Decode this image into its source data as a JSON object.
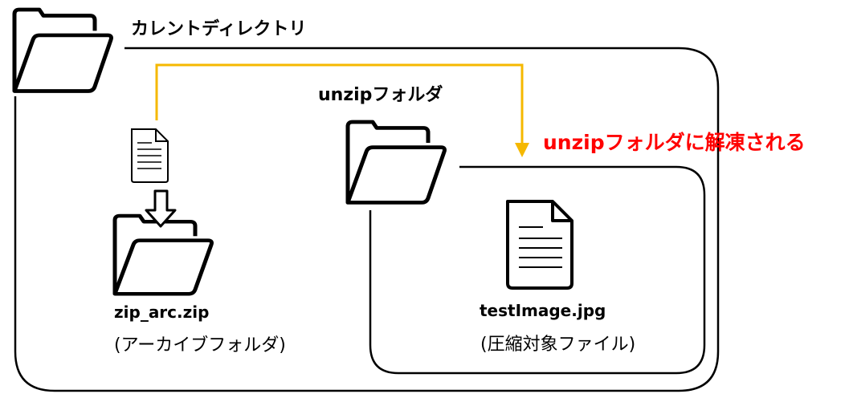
{
  "labels": {
    "current_directory": "カレントディレクトリ",
    "unzip_folder": "unzipフォルダ",
    "zip_file_name": "zip_arc.zip",
    "zip_file_desc": "(アーカイブフォルダ)",
    "image_file_name": "testImage.jpg",
    "image_file_desc": "(圧縮対象ファイル)",
    "extract_annotation": "unzipフォルダに解凍される"
  },
  "colors": {
    "outline": "#000000",
    "arrow": "#f5b800",
    "annotation": "#ff0000"
  },
  "icons": [
    "folder-icon",
    "document-icon",
    "down-arrow-icon"
  ]
}
